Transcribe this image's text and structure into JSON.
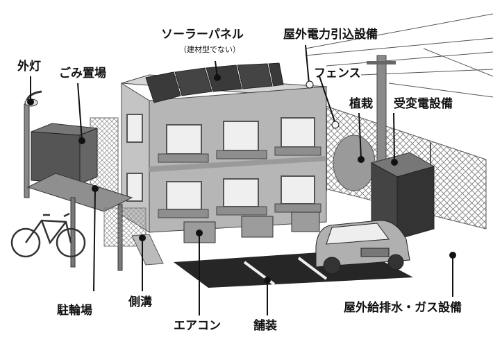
{
  "labels": {
    "solar_panel": "ソーラーパネル",
    "solar_note": "（建材型でない）",
    "power_service": "屋外電力引込設備",
    "fence": "フェンス",
    "planting": "植栽",
    "substation": "受変電設備",
    "outdoor_light": "外灯",
    "garbage_area": "ごみ置場",
    "bicycle_parking": "駐輪場",
    "gutter": "側溝",
    "air_conditioner": "エアコン",
    "paving": "舗装",
    "outdoor_plumbing_gas": "屋外給排水・ガス設備"
  }
}
